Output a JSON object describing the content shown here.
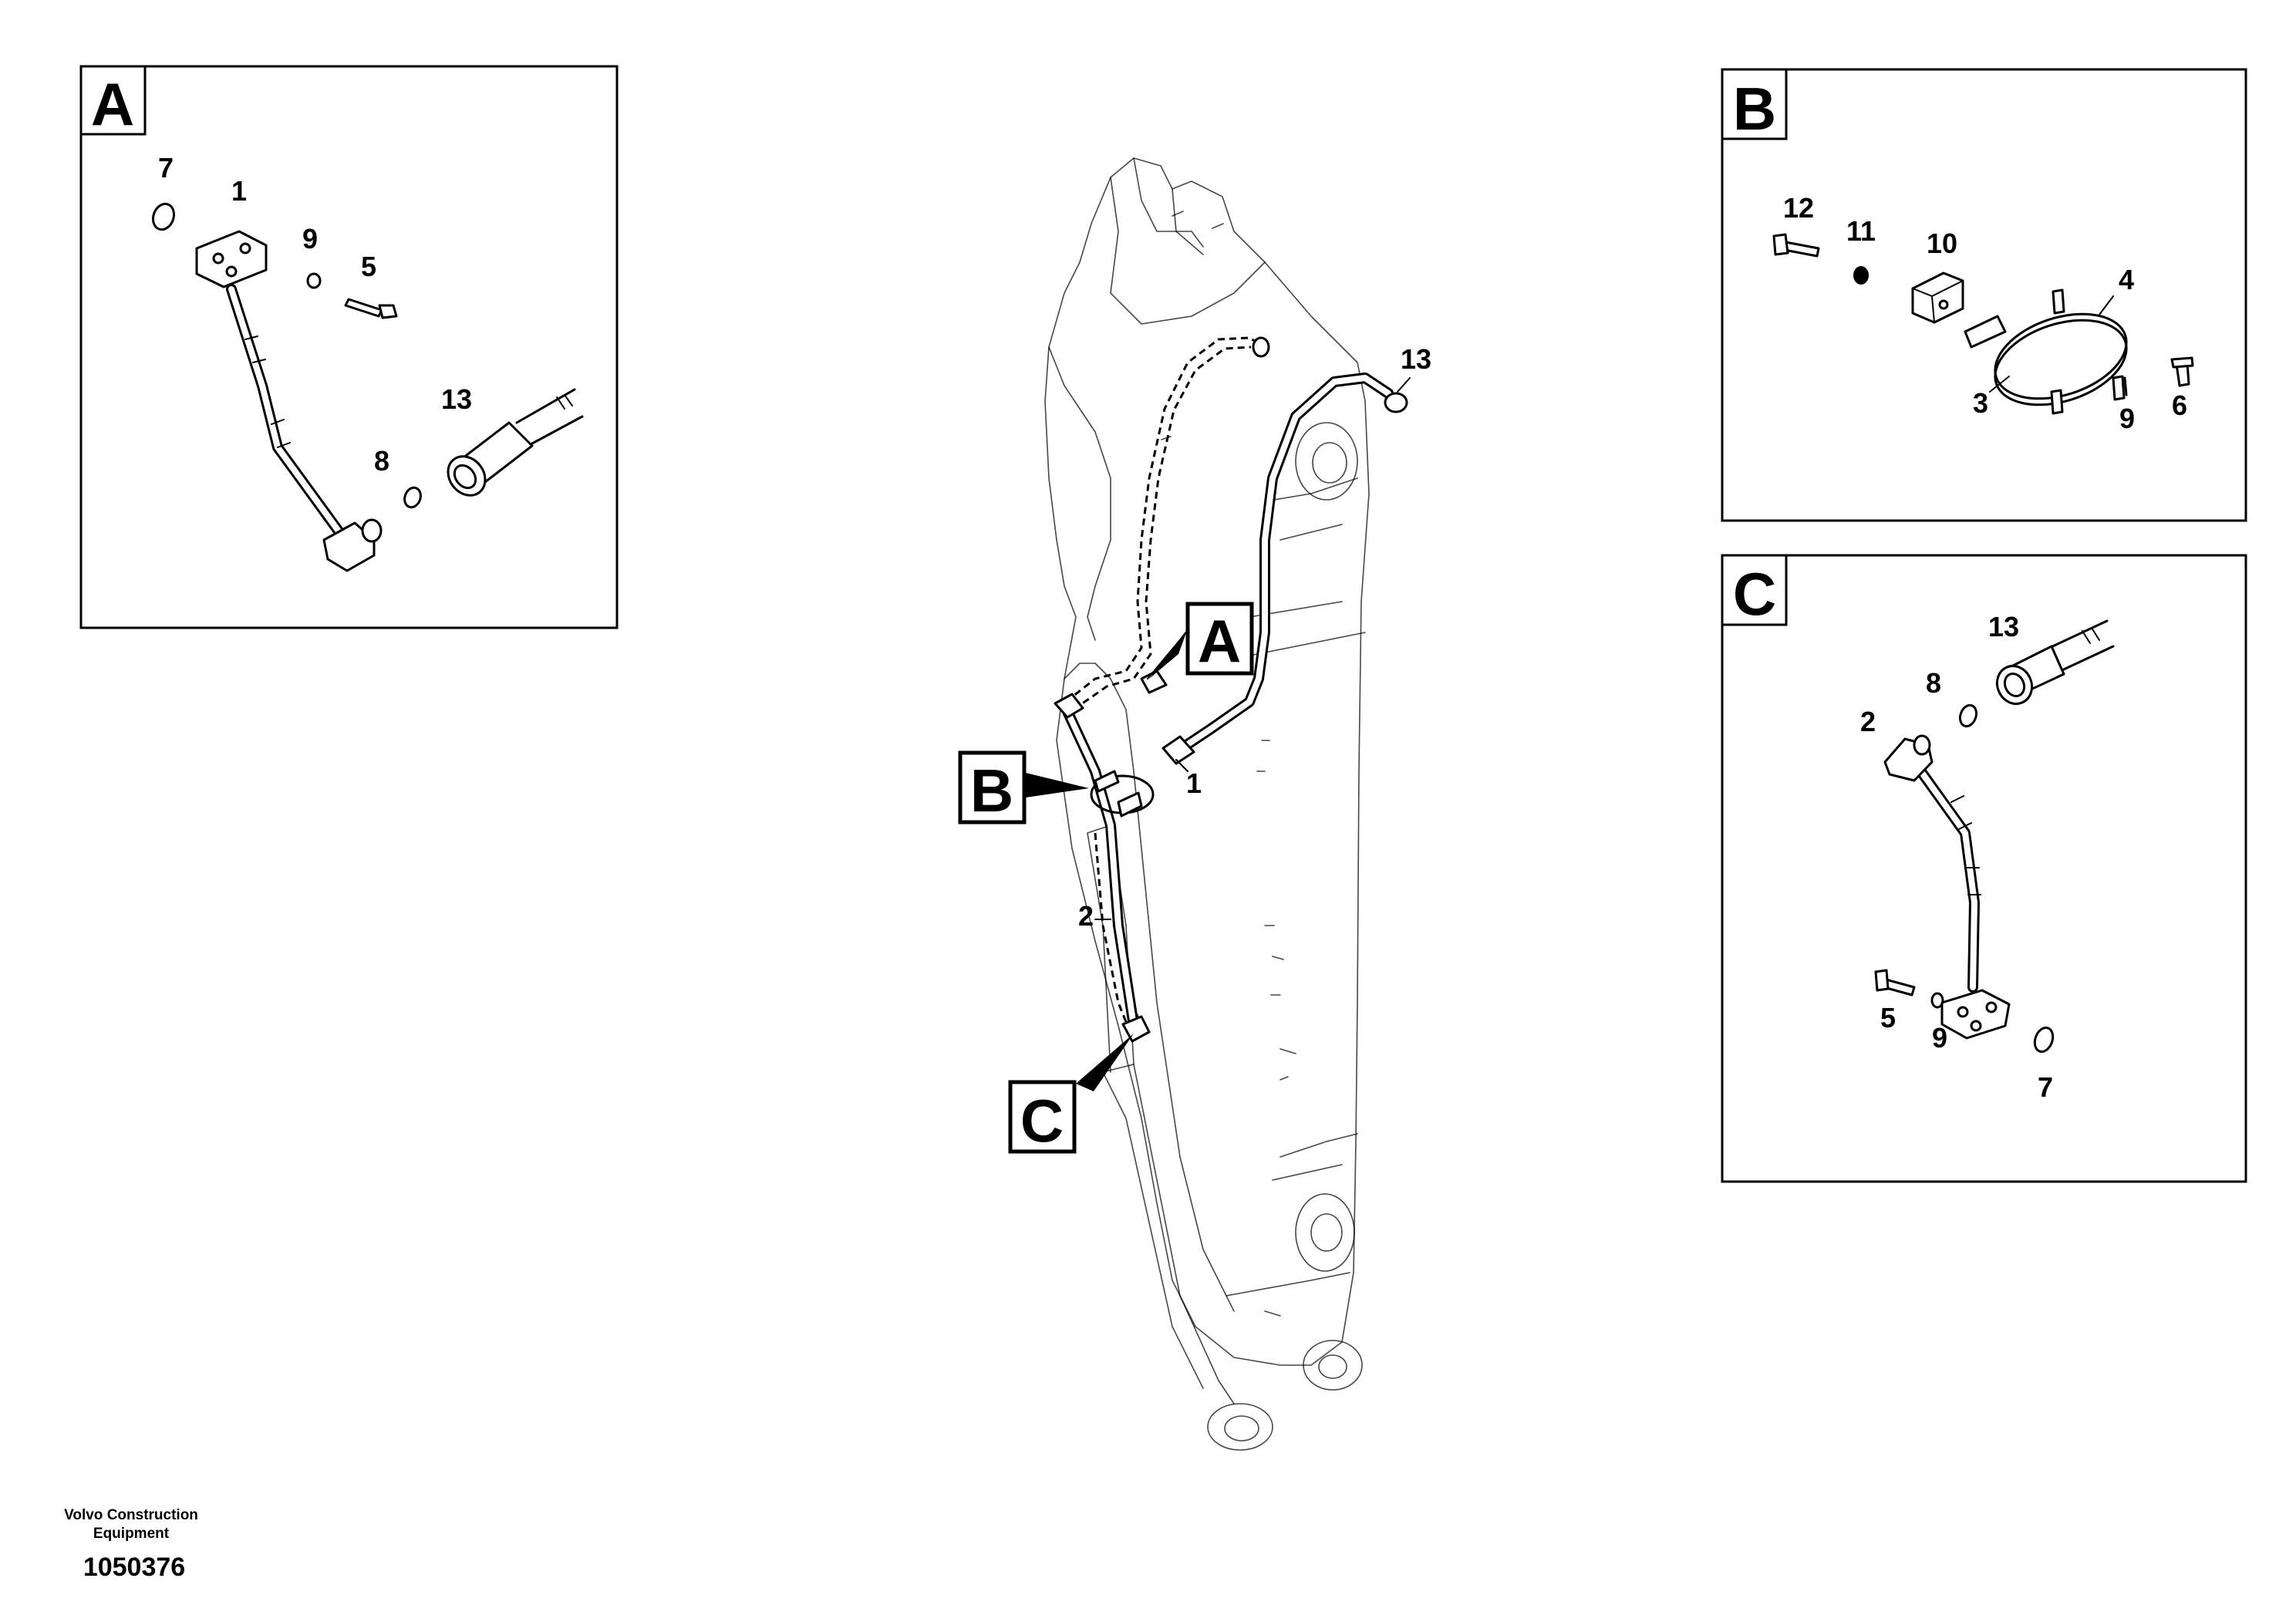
{
  "detail_panels": {
    "A": {
      "tag": "A",
      "callouts": {
        "c7": "7",
        "c1": "1",
        "c9": "9",
        "c5": "5",
        "c13": "13",
        "c8": "8"
      }
    },
    "B": {
      "tag": "B",
      "callouts": {
        "c12": "12",
        "c11": "11",
        "c10": "10",
        "c4": "4",
        "c3": "3",
        "c9": "9",
        "c6": "6"
      }
    },
    "C": {
      "tag": "C",
      "callouts": {
        "c13": "13",
        "c8": "8",
        "c2": "2",
        "c5": "5",
        "c9": "9",
        "c7": "7"
      }
    }
  },
  "main_view": {
    "tags": {
      "A": "A",
      "B": "B",
      "C": "C"
    },
    "callouts": {
      "c13": "13",
      "c1": "1",
      "c2": "2"
    }
  },
  "footer": {
    "company_line1": "Volvo Construction",
    "company_line2": "Equipment",
    "drawing_number": "1050376"
  }
}
